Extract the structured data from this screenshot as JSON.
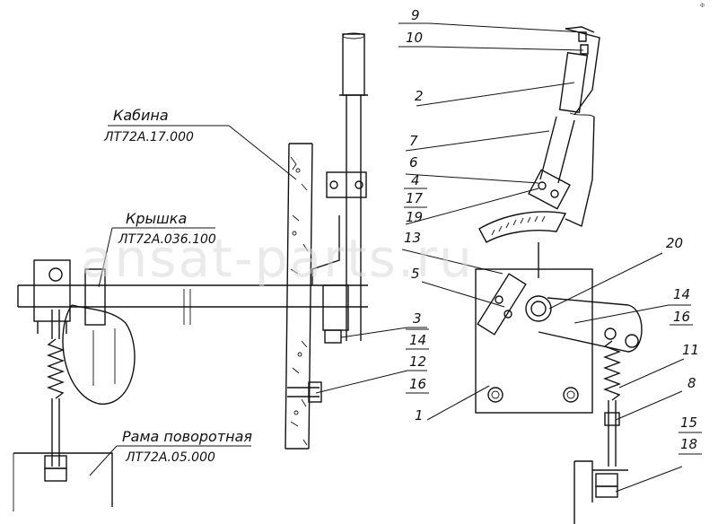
{
  "watermark": "ansat-parts.ru",
  "corner_mark": "Ф",
  "captions": {
    "cabin": {
      "name": "Кабина",
      "code": "ЛТ72А.17.000"
    },
    "cover": {
      "name": "Крышка",
      "code": "ЛТ72А.036.100"
    },
    "frame": {
      "name": "Рама поворотная",
      "code": "ЛТ72А.05.000"
    }
  },
  "part_labels": {
    "p1": "1",
    "p2": "2",
    "p3": "3",
    "p3b": "14",
    "p4": "4",
    "p4b": "17",
    "p4c": "19",
    "p5": "5",
    "p6": "6",
    "p7": "7",
    "p8": "8",
    "p9": "9",
    "p10": "10",
    "p11": "11",
    "p12": "12",
    "p12b": "16",
    "p13": "13",
    "p14": "14",
    "p14b": "16",
    "p15": "15",
    "p15b": "18",
    "p20": "20"
  },
  "colors": {
    "ink": "#111111",
    "watermark": "#d9d9d9",
    "paper": "#ffffff"
  }
}
